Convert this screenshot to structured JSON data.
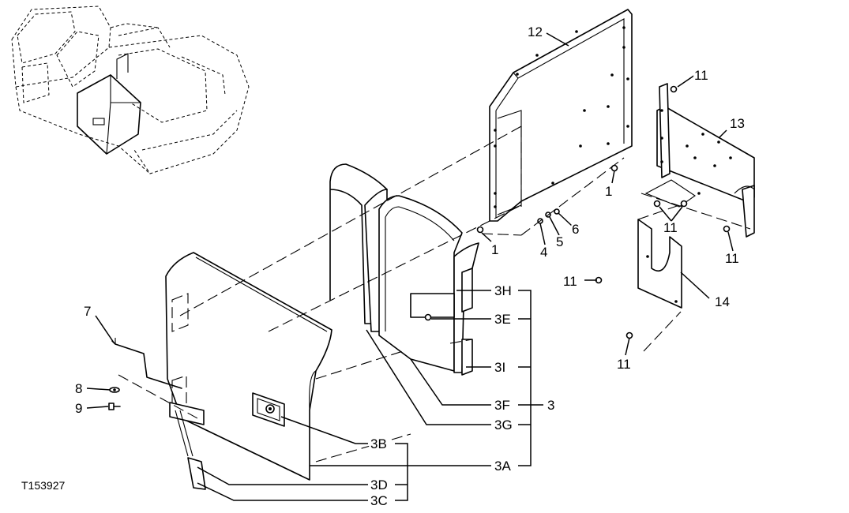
{
  "figure_id": "T153927",
  "callouts": {
    "c1a": "1",
    "c1b": "1",
    "c4": "4",
    "c5": "5",
    "c6": "6",
    "c7": "7",
    "c8": "8",
    "c9": "9",
    "c11a": "11",
    "c11b": "11",
    "c11c": "11",
    "c11d": "11",
    "c11e": "11",
    "c12": "12",
    "c13": "13",
    "c14": "14",
    "c3": "3",
    "c3A": "3A",
    "c3B": "3B",
    "c3C": "3C",
    "c3D": "3D",
    "c3E": "3E",
    "c3F": "3F",
    "c3G": "3G",
    "c3H": "3H",
    "c3I": "3I"
  }
}
